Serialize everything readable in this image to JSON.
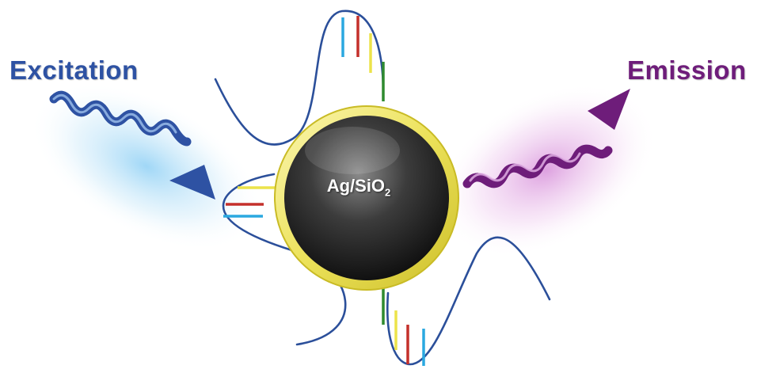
{
  "labels": {
    "excitation": "Excitation",
    "emission": "Emission",
    "particle_main": "Ag/SiO",
    "particle_subscript": "2"
  },
  "colors": {
    "excitation": "#2e52a3",
    "emission": "#6e1d7a",
    "wave": "#2b4f9a",
    "shell": "#e8dc3a",
    "core": "#2a2a2a",
    "dna_red": "#c4302b",
    "dna_blue": "#2aa8e0",
    "dna_yellow": "#ece34a",
    "dna_green": "#2f8a2f"
  },
  "icons": {
    "excitation_arrow": "wavy-arrow-icon",
    "emission_arrow": "wavy-arrow-icon"
  }
}
